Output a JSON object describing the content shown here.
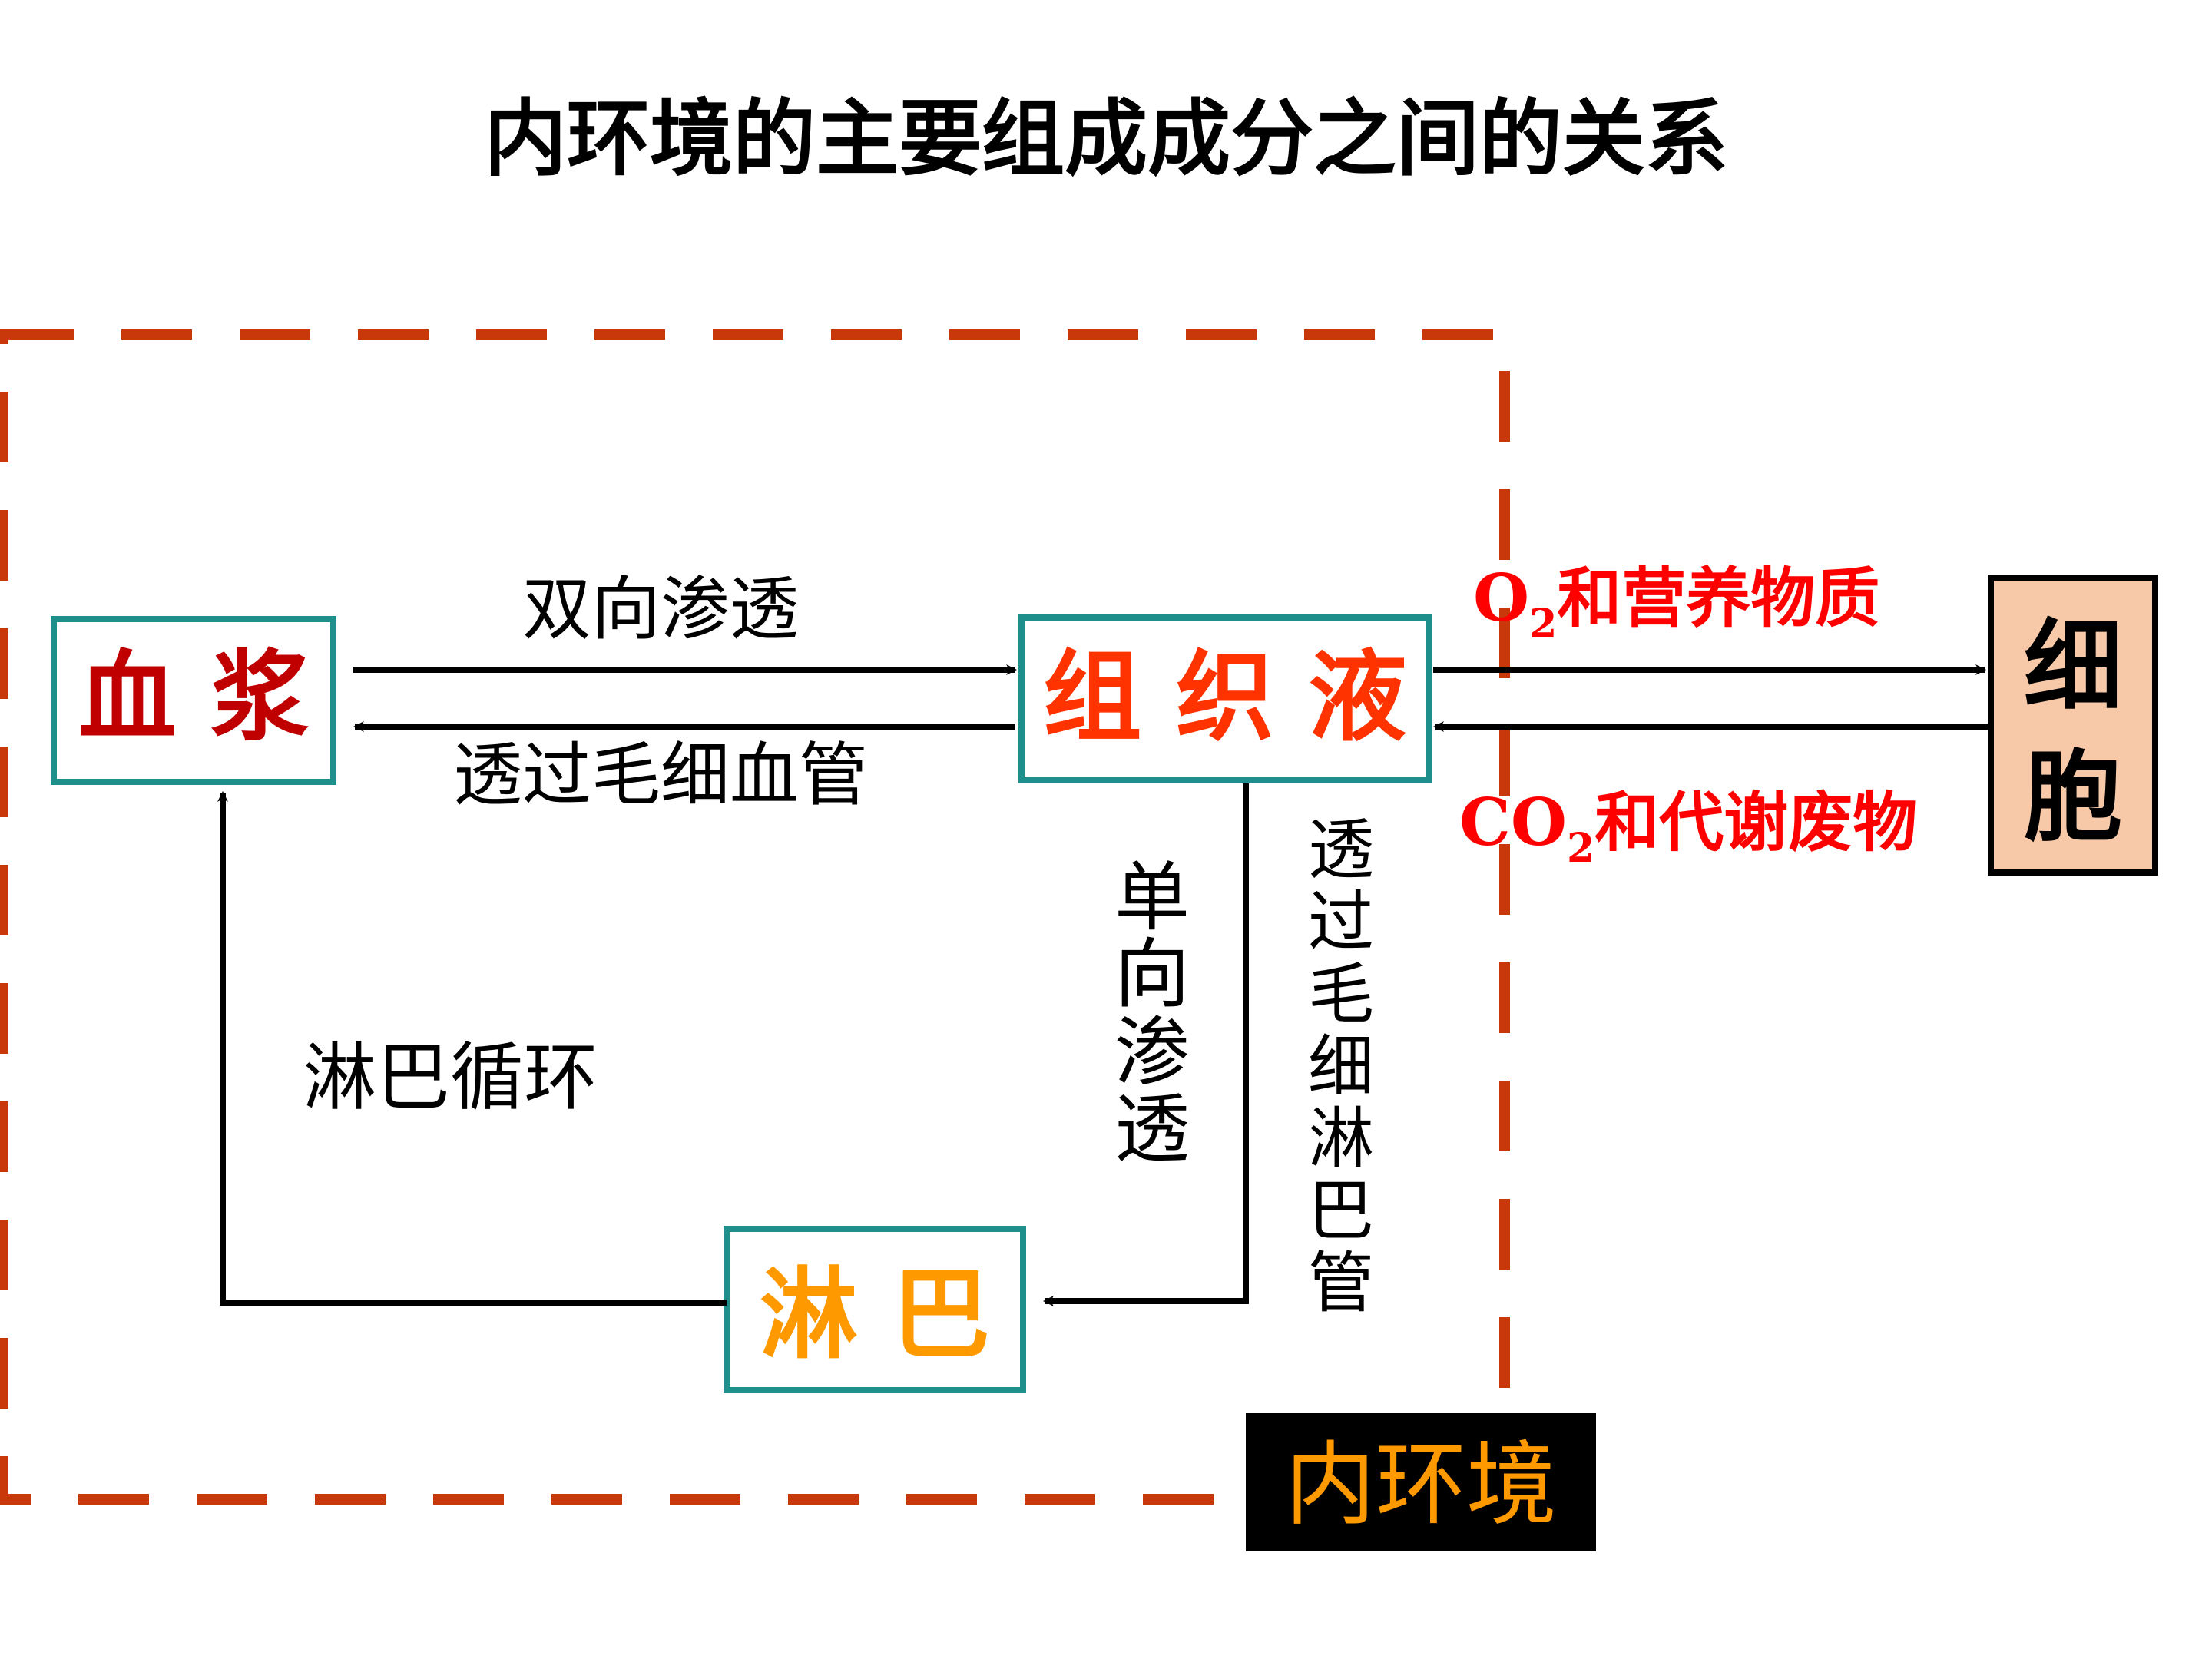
{
  "title": "内环境的主要组成成分之间的关系",
  "nodes": {
    "plasma": "血 浆",
    "tissue_fluid": "组 织 液",
    "lymph": "淋 巴",
    "cell": [
      "细",
      "胞"
    ],
    "internal_env": "内环境"
  },
  "edges": {
    "plasma_to_tissue": "双向渗透",
    "tissue_to_plasma": "透过毛细血管",
    "lymph_circulation": "淋巴循环",
    "tissue_to_lymph_one_way": [
      "单",
      "向",
      "渗",
      "透"
    ],
    "tissue_to_lymph_capillary": [
      "透",
      "过",
      "毛",
      "细",
      "淋",
      "巴",
      "管"
    ],
    "o2_prefix": "O",
    "o2_sub": "2",
    "o2_rest": "和营养物质",
    "co2_prefix": "CO",
    "co2_sub": "2",
    "co2_rest": "和代谢废物"
  },
  "colors": {
    "dash_border": "#C8380A",
    "box_border": "#1E8F8A",
    "plasma_text": "#C00000",
    "tissue_text": "#FF3300",
    "lymph_text": "#FF9900",
    "cell_fill": "#F7C9A8",
    "red_text": "#FF0000",
    "env_bg": "#000000",
    "env_text": "#FF9900"
  }
}
